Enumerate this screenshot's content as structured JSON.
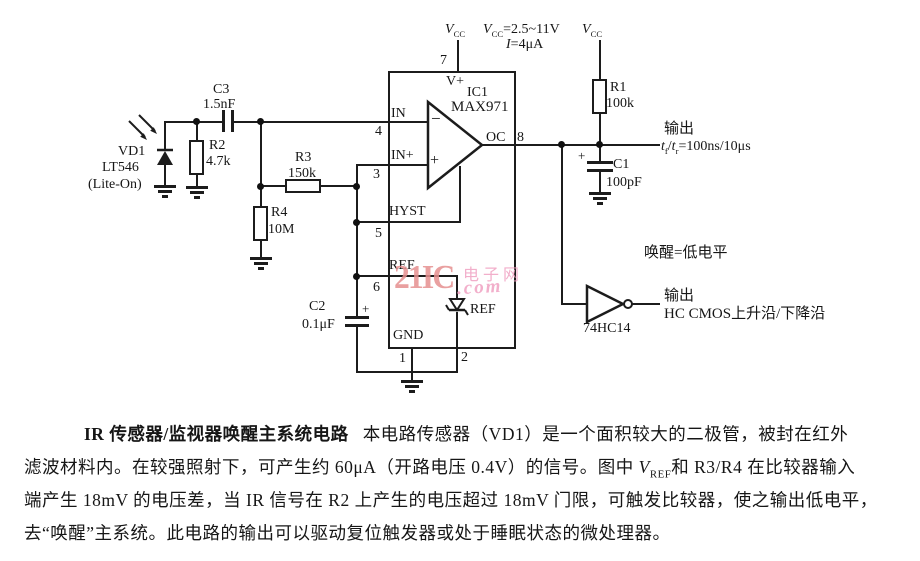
{
  "power": {
    "v": "V",
    "cc": "CC",
    "range": "=2.5~11V",
    "cur_i": "I",
    "cur_rest": "=4μA"
  },
  "ic": {
    "pin7": "7",
    "vplus": "V+",
    "ref_des": "IC1",
    "part": "MAX971",
    "in_minus": "IN",
    "pin4": "4",
    "in_plus": "IN+",
    "pin3": "3",
    "hyst": "HYST",
    "pin5": "5",
    "ref": "REF",
    "pin6": "6",
    "gnd": "GND",
    "pin1": "1",
    "pin2": "2",
    "oc": "OC",
    "pin8": "8",
    "minus": "−",
    "plus": "+",
    "zener_ref": "REF"
  },
  "components": {
    "vd1": {
      "ref": "VD1",
      "part": "LT546",
      "vendor": "(Lite-On)"
    },
    "r1": {
      "ref": "R1",
      "value": "100k"
    },
    "r2": {
      "ref": "R2",
      "value": "4.7k"
    },
    "r3": {
      "ref": "R3",
      "value": "150k"
    },
    "r4": {
      "ref": "R4",
      "value": "10M"
    },
    "c1": {
      "ref": "C1",
      "value": "100pF",
      "plus": "+"
    },
    "c2": {
      "ref": "C2",
      "value": "0.1μF",
      "plus": "+"
    },
    "c3": {
      "ref": "C3",
      "value": "1.5nF"
    },
    "inv": {
      "part": "74HC14"
    }
  },
  "outputs": {
    "out1_label": "输出",
    "t": "t",
    "f": "f",
    "slash": "/",
    "r": "r",
    "eq": "=100ns/10μs",
    "wake": "唤醒=低电平",
    "out2_label": "输出",
    "out2_desc": "HC CMOS上升沿/下降沿"
  },
  "caption": {
    "title": "IR 传感器/监视器唤醒主系统电路",
    "line1_rest": "本电路传感器（VD1）是一个面积较大的二极管，被封在红外",
    "line2_pre": "滤波材料内。在较强照射下，可产生约 60μA（开路电压 0.4V）的信号。图中 ",
    "line2_v": "V",
    "line2_sub": "REF",
    "line2_post": "和 R3/R4 在比较器输入",
    "line3": "端产生 18mV 的电压差，当 IR 信号在 R2 上产生的电压超过 18mV 门限，可触发比较器，使之输出低电平，",
    "line4": "去“唤醒”主系统。此电路的输出可以驱动复位触发器或处于睡眠状态的微处理器。"
  },
  "watermark": {
    "big": "21IC",
    "cn": "电子网",
    "com": ".com",
    "color_salmon": "#e69090",
    "color_pink": "#f0a2c2"
  },
  "colors": {
    "line": "#1c1c1c",
    "background": "#ffffff"
  }
}
